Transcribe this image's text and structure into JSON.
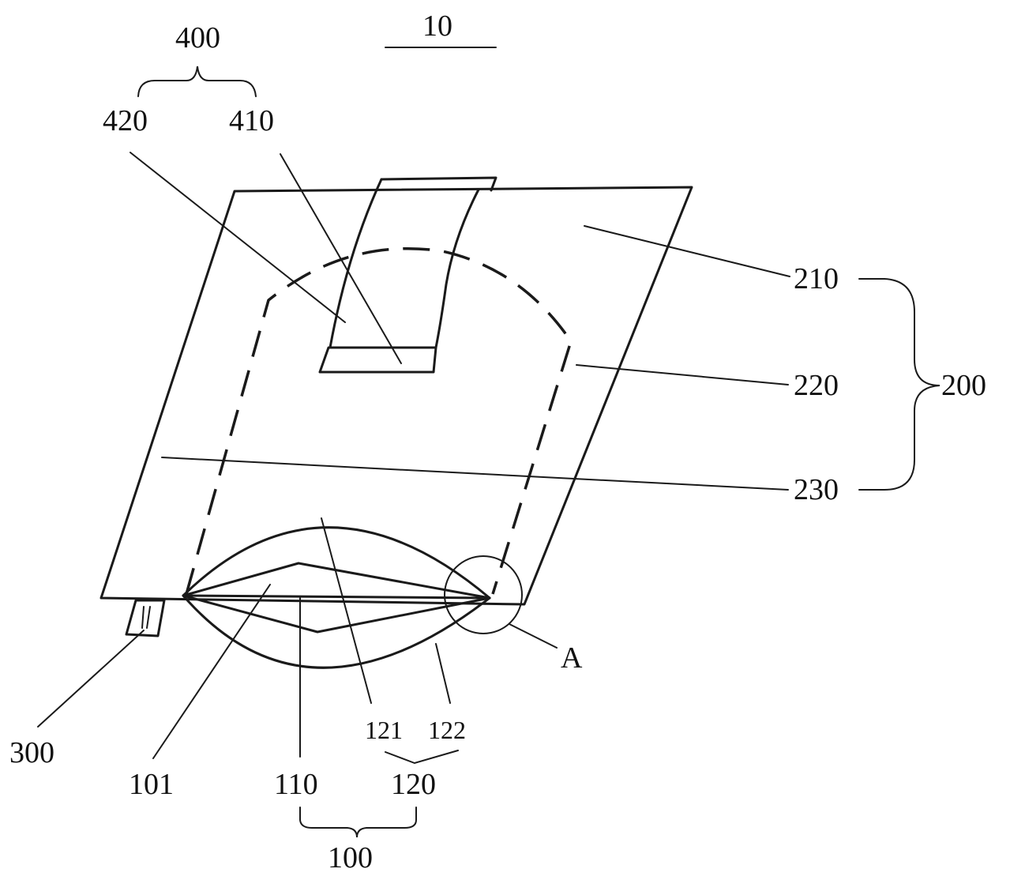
{
  "labels": {
    "fig": "10",
    "l400": "400",
    "l420": "420",
    "l410": "410",
    "l210": "210",
    "l220": "220",
    "l230": "230",
    "l200": "200",
    "lA": "A",
    "l300": "300",
    "l101": "101",
    "l110": "110",
    "l121": "121",
    "l122": "122",
    "l120": "120",
    "l100": "100"
  }
}
